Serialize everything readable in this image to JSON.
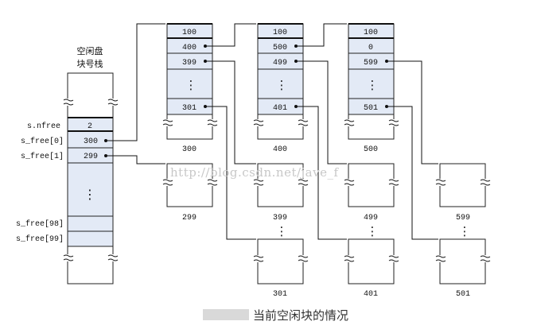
{
  "stack": {
    "title_line1": "空闲盘",
    "title_line2": "块号栈",
    "labels": [
      "s.nfree",
      "s_free[0]",
      "s_free[1]",
      "s_free[98]",
      "s_free[99]"
    ],
    "nfree": "2",
    "free0": "300",
    "free1": "299",
    "dots": "⋮"
  },
  "groups": [
    {
      "id": "300",
      "cells": [
        "100",
        "400",
        "399",
        "⋮",
        "301"
      ],
      "label": "300"
    },
    {
      "id": "400",
      "cells": [
        "100",
        "500",
        "499",
        "⋮",
        "401"
      ],
      "label": "400"
    },
    {
      "id": "500",
      "cells": [
        "100",
        "0",
        "599",
        "⋮",
        "501"
      ],
      "label": "500"
    }
  ],
  "blocks": [
    {
      "id": "299",
      "label": "299"
    },
    {
      "id": "399",
      "label": "399"
    },
    {
      "id": "499",
      "label": "499"
    },
    {
      "id": "599",
      "label": "599"
    },
    {
      "id": "301",
      "label": "301"
    },
    {
      "id": "401",
      "label": "401"
    },
    {
      "id": "501",
      "label": "501"
    }
  ],
  "watermark": "http://blog.csdn.net/jave_f",
  "caption": "当前空闲块的情况"
}
